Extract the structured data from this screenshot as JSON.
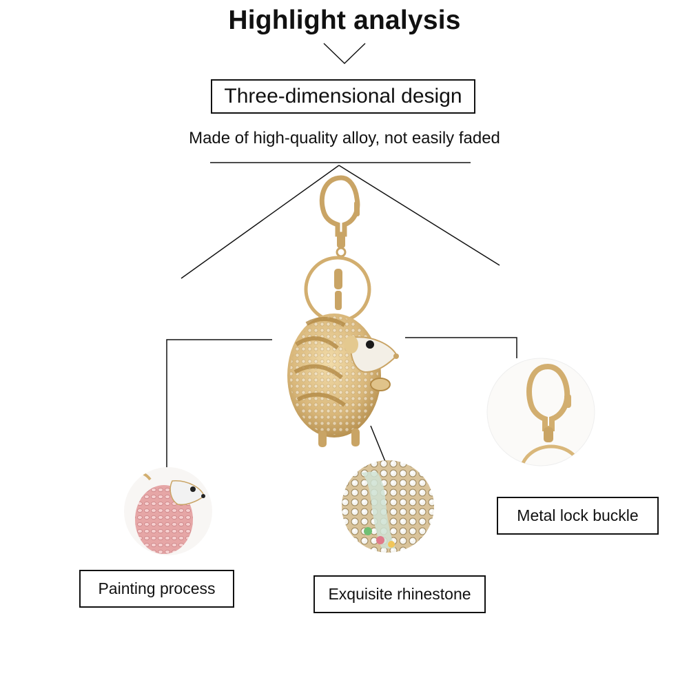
{
  "header": {
    "title": "Highlight analysis",
    "subtitle": "Three-dimensional design",
    "description": "Made of high-quality alloy, not easily faded"
  },
  "features": [
    {
      "label": "Painting process",
      "image": "pink-hedgehog-closeup"
    },
    {
      "label": "Exquisite rhinestone",
      "image": "rhinestone-closeup"
    },
    {
      "label": "Metal lock buckle",
      "image": "lobster-clasp-closeup"
    }
  ],
  "product": {
    "image": "gold-rhinestone-hedgehog-keychain"
  },
  "colors": {
    "gold": "#d9b77a",
    "gold_dark": "#a8803e",
    "pink": "#e6a6a6",
    "line": "#111111"
  }
}
